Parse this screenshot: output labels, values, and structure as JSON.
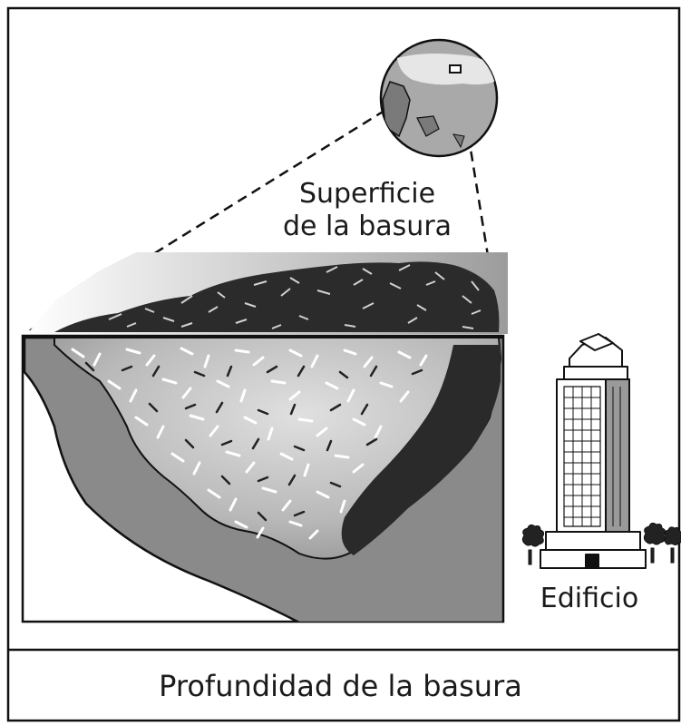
{
  "labels": {
    "surface_line1": "Superficie",
    "surface_line2": "de la basura",
    "building": "Edificio",
    "depth": "Profundidad de la basura"
  },
  "colors": {
    "frame": "#111111",
    "water": "#8a8a8a",
    "surface_top": "#bfbfbf",
    "debris_light": "#f2f2f2",
    "debris_dark": "#222222"
  },
  "icons": [
    "globe-icon",
    "building-icon",
    "tree-icon"
  ]
}
